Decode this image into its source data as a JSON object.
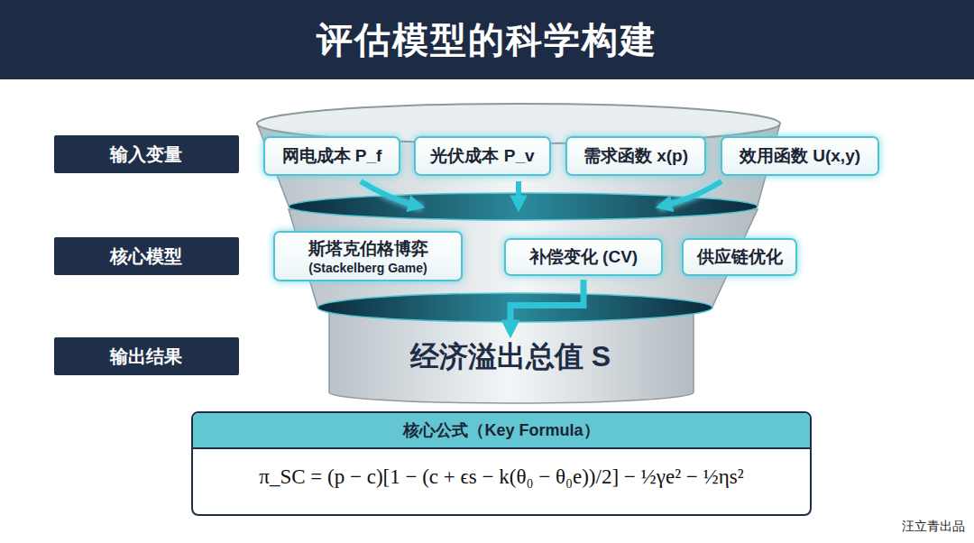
{
  "diagram": {
    "title": "评估模型的科学构建",
    "nodes": [
      {
        "text": [
          "输入变量"
        ]
      },
      {
        "text": [
          "网电成本 P_f"
        ]
      },
      {
        "text": [
          "光伏成本 P_v"
        ]
      },
      {
        "text": [
          "需求函数 x(p)"
        ]
      },
      {
        "text": [
          "效用函数 U(x,y)"
        ]
      },
      {
        "text": [
          "核心模型"
        ]
      },
      {
        "text": [
          "斯塔克伯格博弈",
          "(Stackelberg Game)"
        ]
      },
      {
        "text": [
          "补偿变化 (CV)"
        ]
      },
      {
        "text": [
          "供应链优化"
        ]
      },
      {
        "text": [
          "输出结果"
        ]
      },
      {
        "text": [
          "经济溢出总值 S"
        ]
      },
      {
        "text": [
          "核心公式（Key Formula）",
          "π_SC = (p − c)[1 − (c + ϵs − k(θ₀ − θ₀e))/2] − ½γe² − ½ηs²"
        ]
      }
    ],
    "edges": [
      {
        "from": 7,
        "to": 10,
        "arrow": "to"
      }
    ],
    "labels": [
      "汪立青出品"
    ]
  }
}
